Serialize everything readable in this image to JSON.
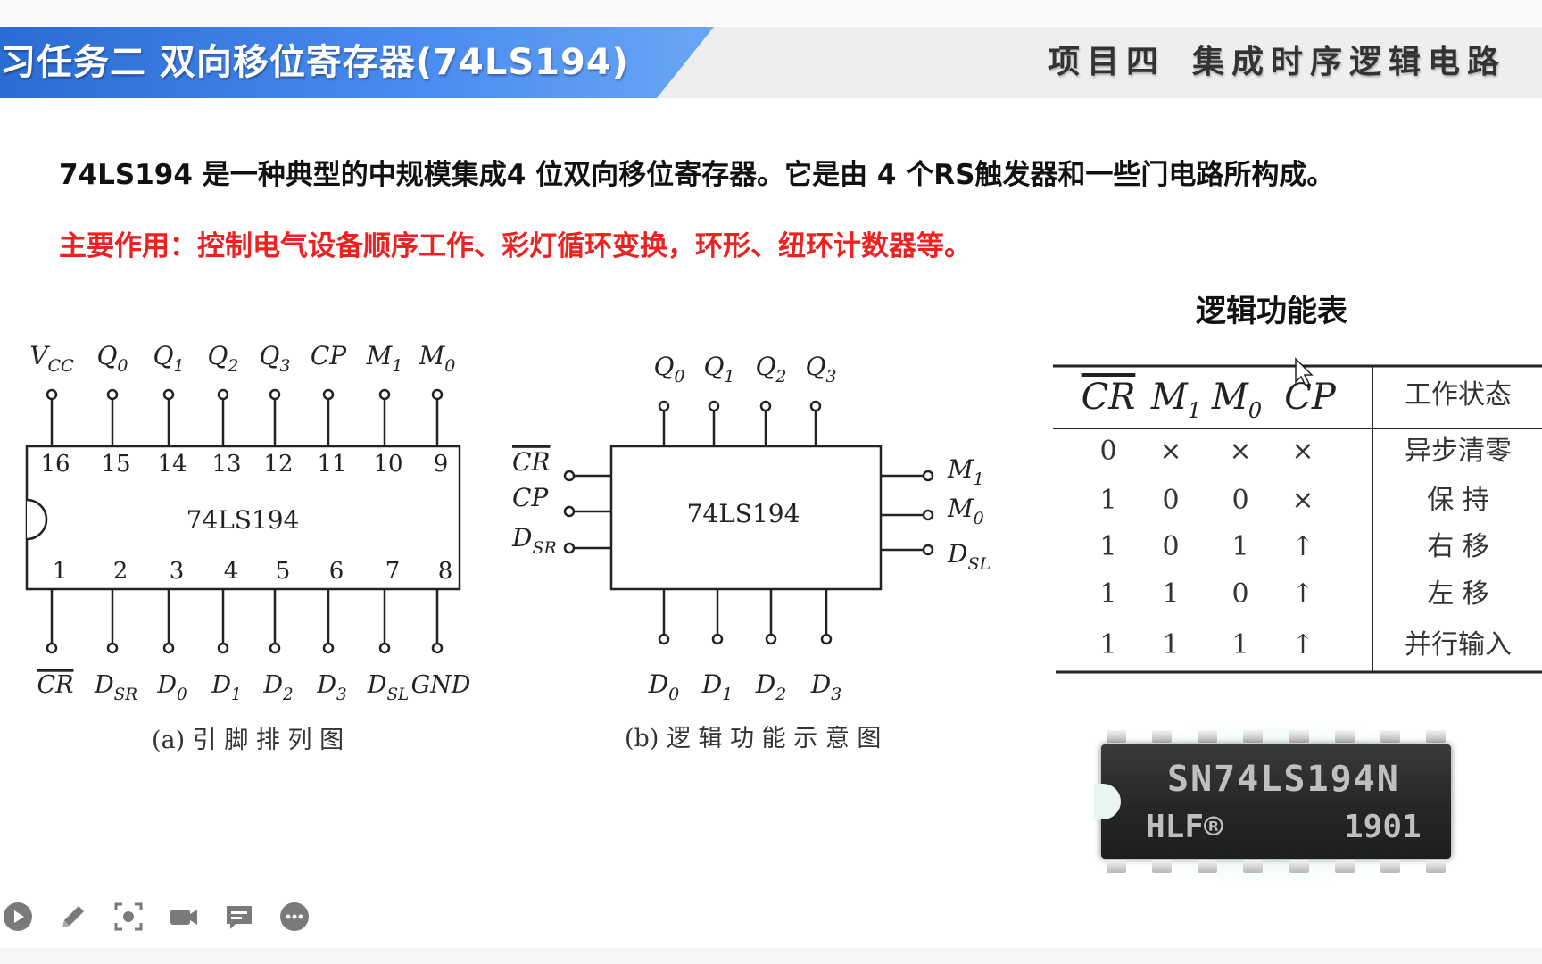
{
  "header": {
    "lesson_title": "习任务二  双向移位寄存器(74LS194)",
    "project_label": "项目四",
    "project_name": "集成时序逻辑电路"
  },
  "intro_text": "74LS194 是一种典型的中规模集成4 位双向移位寄存器。它是由 4 个RS触发器和一些门电路所构成。",
  "purpose_text": "主要作用：控制电气设备顺序工作、彩灯循环变换，环形、纽环计数器等。",
  "pin_diagram": {
    "chip_label": "74LS194",
    "top_numbers": [
      "16",
      "15",
      "14",
      "13",
      "12",
      "11",
      "10",
      "9"
    ],
    "bottom_numbers": [
      "1",
      "2",
      "3",
      "4",
      "5",
      "6",
      "7",
      "8"
    ],
    "top_pins": [
      "Vcc",
      "Q0",
      "Q1",
      "Q2",
      "Q3",
      "CP",
      "M1",
      "M0"
    ],
    "bottom_pins": [
      "CR",
      "DSR",
      "D0",
      "D1",
      "D2",
      "D3",
      "DSL",
      "GND"
    ],
    "caption": "(a)   引 脚 排 列 图"
  },
  "logic_diagram": {
    "chip_label": "74LS194",
    "top_pins": [
      "Q0",
      "Q1",
      "Q2",
      "Q3"
    ],
    "bottom_pins": [
      "D0",
      "D1",
      "D2",
      "D3"
    ],
    "left_pins": [
      "CR",
      "CP",
      "DSR"
    ],
    "right_pins": [
      "M1",
      "M0",
      "DSL"
    ],
    "caption": "(b)   逻 辑 功 能 示 意 图"
  },
  "function_table": {
    "title": "逻辑功能表",
    "headers": [
      "CR",
      "M1",
      "M0",
      "CP",
      "工作状态"
    ],
    "rows": [
      [
        "0",
        "×",
        "×",
        "×",
        "异步清零"
      ],
      [
        "1",
        "0",
        "0",
        "×",
        "保      持"
      ],
      [
        "1",
        "0",
        "1",
        "↑",
        "右      移"
      ],
      [
        "1",
        "1",
        "0",
        "↑",
        "左      移"
      ],
      [
        "1",
        "1",
        "1",
        "↑",
        "并行输入"
      ]
    ]
  },
  "chip_photo": {
    "line1": "SN74LS194N",
    "line2": "HLF®",
    "line3": "1901"
  },
  "toolbar": {
    "icons": [
      "play-icon",
      "pen-icon",
      "screenshot-icon",
      "camera-icon",
      "comment-icon",
      "more-icon"
    ]
  }
}
